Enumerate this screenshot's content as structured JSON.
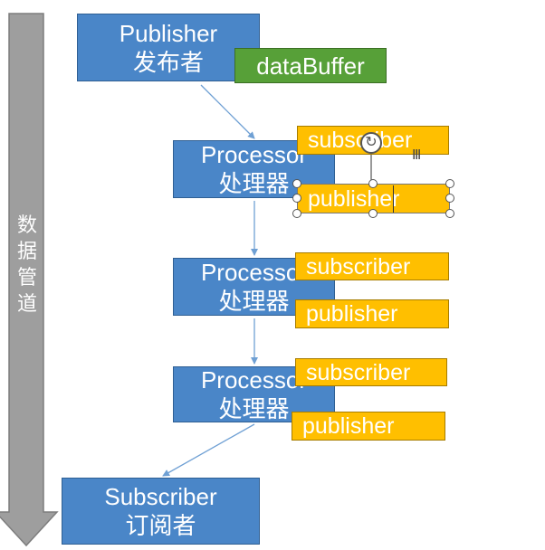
{
  "pipeline": {
    "label": "数据管道",
    "color": "#9e9e9e"
  },
  "publisher": {
    "line1": "Publisher",
    "line2": "发布者"
  },
  "data_buffer": {
    "label": "dataBuffer"
  },
  "processors": [
    {
      "line1": "Processor",
      "line2": "处理器",
      "subscriber_label": "subscriber",
      "publisher_label": "publisher"
    },
    {
      "line1": "Processor",
      "line2": "处理器",
      "subscriber_label": "subscriber",
      "publisher_label": "publisher"
    },
    {
      "line1": "Processor",
      "line2": "处理器",
      "subscriber_label": "subscriber",
      "publisher_label": "publisher"
    }
  ],
  "subscriber": {
    "line1": "Subscriber",
    "line2": "订阅者"
  },
  "colors": {
    "box_blue": "#4a86c8",
    "box_green": "#57a038",
    "tag_yellow": "#ffbf00",
    "arrow": "#6fa0d4"
  }
}
